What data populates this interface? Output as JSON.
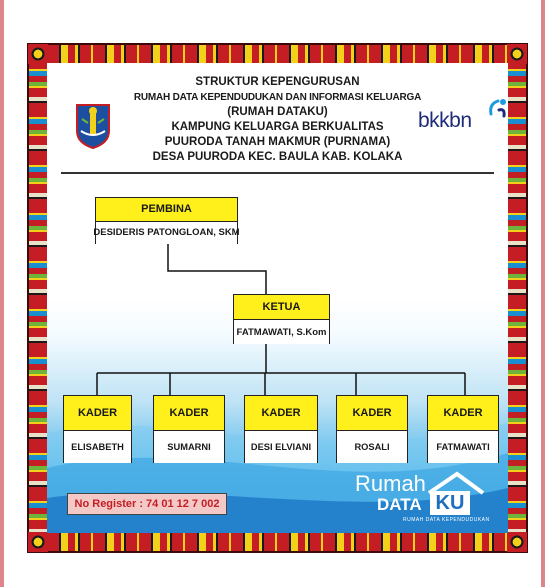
{
  "header": {
    "lines": [
      "STRUKTUR KEPENGURUSAN",
      "RUMAH DATA KEPENDUDUKAN DAN INFORMASI KELUARGA",
      "(RUMAH DATAKU)",
      "KAMPUNG KELUARGA BERKUALITAS",
      "PUURODA TANAH MAKMUR (PURNAMA)",
      "DESA PUURODA KEC. BAULA KAB. KOLAKA"
    ]
  },
  "logos": {
    "bkkbn": "bkkbn",
    "rumah": "Rumah",
    "data": "DATA",
    "ku": "KU",
    "tagline": "RUMAH DATA KEPENDUDUKAN"
  },
  "pembina": {
    "title": "PEMBINA",
    "name": "DESIDERIS PATONGLOAN, SKM"
  },
  "ketua": {
    "title": "KETUA",
    "name": "FATMAWATI, S.Kom"
  },
  "kader": [
    {
      "title": "KADER",
      "name": "ELISABETH"
    },
    {
      "title": "KADER",
      "name": "SUMARNI"
    },
    {
      "title": "KADER",
      "name": "DESI ELVIANI"
    },
    {
      "title": "KADER",
      "name": "ROSALI"
    },
    {
      "title": "KADER",
      "name": "FATMAWATI"
    }
  ],
  "register": "No Register : 74 01 12 7 002",
  "colors": {
    "frame": "#c41e24",
    "box_fill": "#ffef1a",
    "accent_blue": "#2a86d0",
    "register_text": "#c41e24"
  }
}
